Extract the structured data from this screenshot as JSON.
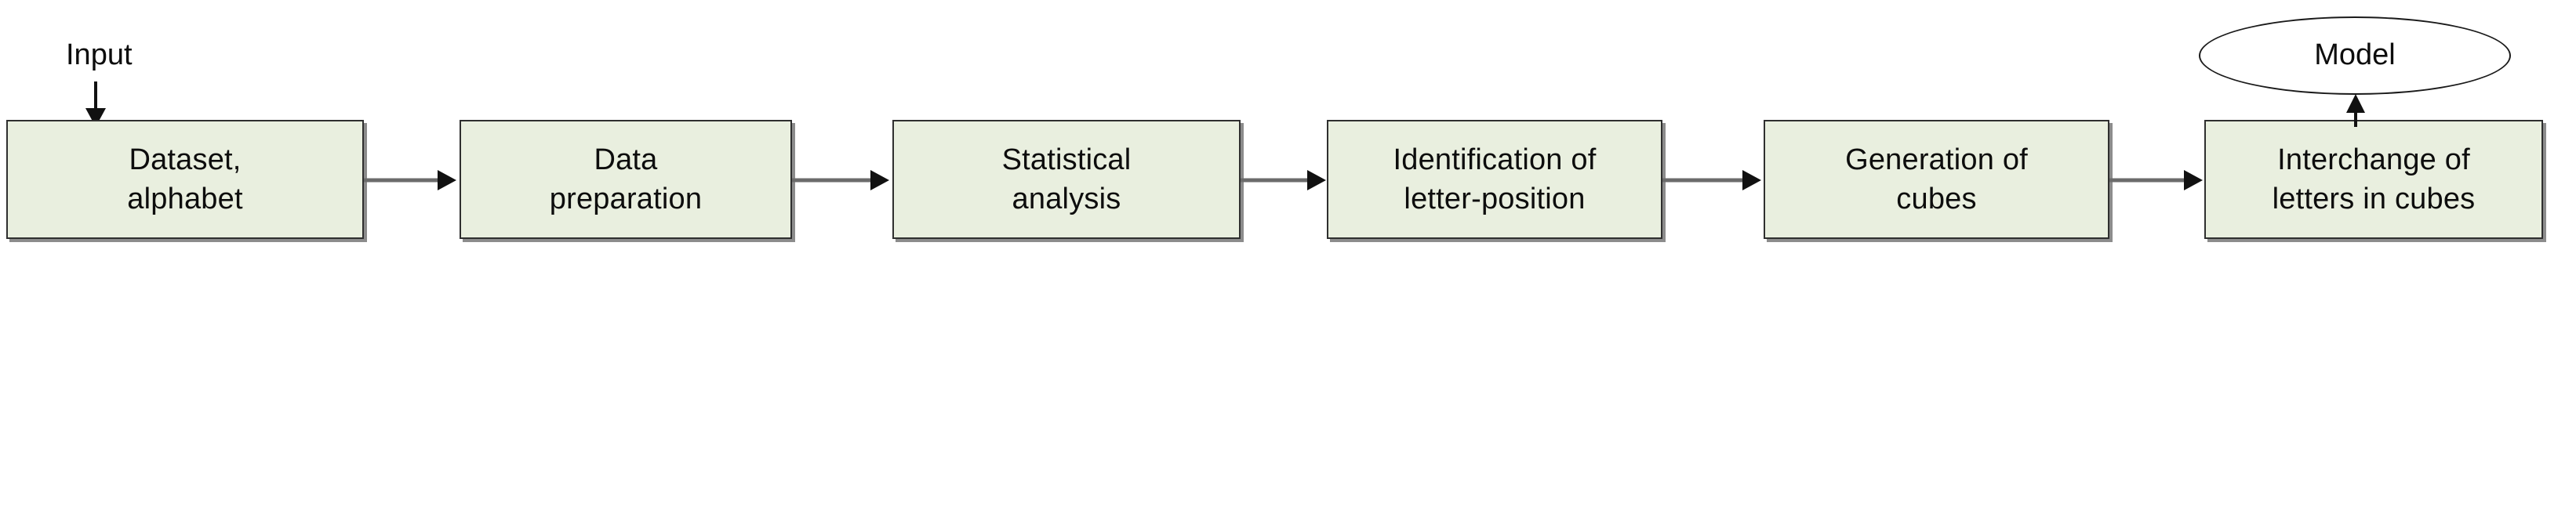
{
  "diagram": {
    "title_text": "",
    "background_color": "#ffffff",
    "box_fill_color": "#e9efdf",
    "box_border_color": "#2f2f2f",
    "shadow_color": "#787878",
    "connector_color": "#6b6b6b",
    "arrowhead_color": "#111111",
    "text_color": "#0d0d0d",
    "labels": {
      "input": "Input",
      "model": "Model"
    },
    "nodes": [
      {
        "id": "dataset-alphabet",
        "shape": "rectangle",
        "line1": "Dataset,",
        "line2": "alphabet"
      },
      {
        "id": "data-preparation",
        "shape": "rectangle",
        "line1": "Data",
        "line2": "preparation"
      },
      {
        "id": "statistical-analysis",
        "shape": "rectangle",
        "line1": "Statistical",
        "line2": "analysis"
      },
      {
        "id": "identification-letter-position",
        "shape": "rectangle",
        "line1": "Identification of",
        "line2": "letter-position"
      },
      {
        "id": "generation-of-cubes",
        "shape": "rectangle",
        "line1": "Generation of",
        "line2": "cubes"
      },
      {
        "id": "interchange-letters-cubes",
        "shape": "rectangle",
        "line1": "Interchange of",
        "line2": "letters in cubes"
      },
      {
        "id": "model",
        "shape": "ellipse",
        "line1": "Model",
        "line2": ""
      }
    ],
    "edges": [
      {
        "from": "input",
        "to": "dataset-alphabet",
        "direction": "down"
      },
      {
        "from": "dataset-alphabet",
        "to": "data-preparation",
        "direction": "right"
      },
      {
        "from": "data-preparation",
        "to": "statistical-analysis",
        "direction": "right"
      },
      {
        "from": "statistical-analysis",
        "to": "identification-letter-position",
        "direction": "right"
      },
      {
        "from": "identification-letter-position",
        "to": "generation-of-cubes",
        "direction": "right"
      },
      {
        "from": "generation-of-cubes",
        "to": "interchange-letters-cubes",
        "direction": "right"
      },
      {
        "from": "interchange-letters-cubes",
        "to": "model",
        "direction": "up"
      }
    ]
  }
}
